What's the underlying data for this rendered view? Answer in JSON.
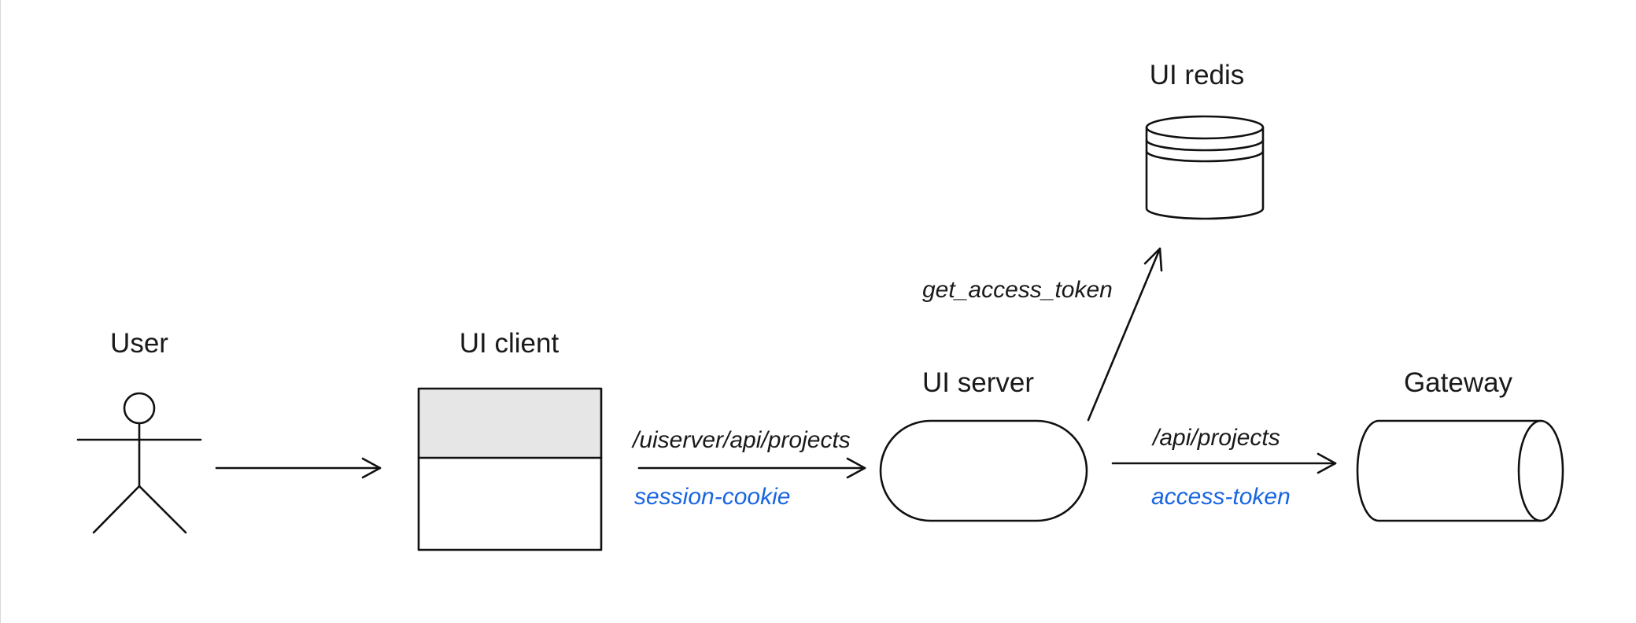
{
  "nodes": {
    "user": {
      "label": "User"
    },
    "ui_client": {
      "label": "UI client"
    },
    "ui_server": {
      "label": "UI server"
    },
    "ui_redis": {
      "label": "UI redis"
    },
    "gateway": {
      "label": "Gateway"
    }
  },
  "edges": {
    "client_to_server": {
      "label": "/uiserver/api/projects",
      "sublabel": "session-cookie"
    },
    "server_to_redis": {
      "label": "get_access_token"
    },
    "server_to_gateway": {
      "label": "/api/projects",
      "sublabel": "access-token"
    }
  },
  "colors": {
    "stroke": "#111111",
    "text": "#1a1a1a",
    "accent": "#1a66e0",
    "client_header_fill": "#e6e6e6"
  }
}
